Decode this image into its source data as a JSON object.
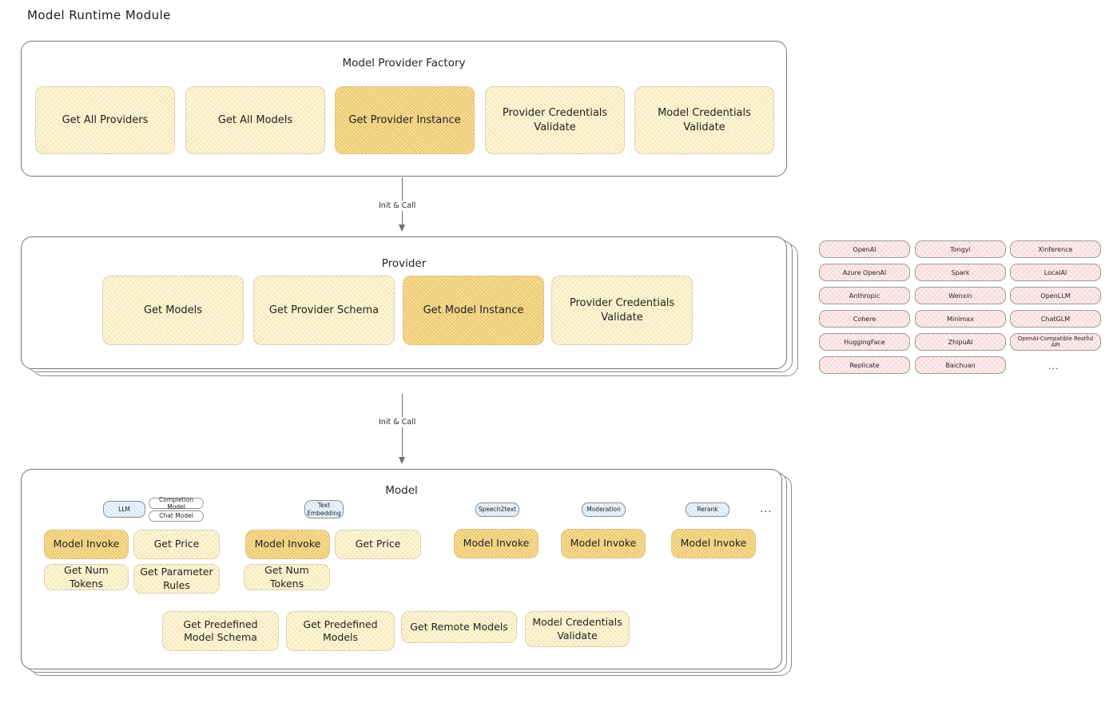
{
  "page": {
    "title": "Model Runtime Module"
  },
  "factory": {
    "title": "Model Provider Factory",
    "nodes": [
      {
        "label": "Get All Providers",
        "highlight": false
      },
      {
        "label": "Get All Models",
        "highlight": false
      },
      {
        "label": "Get Provider Instance",
        "highlight": true
      },
      {
        "label": "Provider Credentials Validate",
        "highlight": false
      },
      {
        "label": "Model Credentials Validate",
        "highlight": false
      }
    ]
  },
  "arrows": [
    {
      "label": "Init & Call"
    },
    {
      "label": "Init & Call"
    }
  ],
  "provider": {
    "title": "Provider",
    "nodes": [
      {
        "label": "Get Models",
        "highlight": false
      },
      {
        "label": "Get Provider Schema",
        "highlight": false
      },
      {
        "label": "Get Model Instance",
        "highlight": true
      },
      {
        "label": "Provider Credentials Validate",
        "highlight": false
      }
    ]
  },
  "provider_list": {
    "columns": [
      [
        "OpenAI",
        "Azure OpenAI",
        "Anthropic",
        "Cohere",
        "HuggingFace",
        "Replicate"
      ],
      [
        "Tongyi",
        "Spark",
        "Wenxin",
        "Minimax",
        "ZhipuAI",
        "Baichuan"
      ],
      [
        "Xinference",
        "LocalAI",
        "OpenLLM",
        "ChatGLM",
        "OpenAI-Compatible Restful API"
      ]
    ],
    "more": "..."
  },
  "model": {
    "title": "Model",
    "more": "...",
    "types": [
      {
        "badge": "LLM",
        "sub_badges": [
          "Completion Model",
          "Chat Model"
        ],
        "ops": [
          {
            "label": "Model Invoke",
            "highlight": true
          },
          {
            "label": "Get Price",
            "highlight": false
          },
          {
            "label": "Get Num Tokens",
            "highlight": false
          },
          {
            "label": "Get Parameter Rules",
            "highlight": false
          }
        ]
      },
      {
        "badge": "Text Embedding",
        "sub_badges": [],
        "ops": [
          {
            "label": "Model Invoke",
            "highlight": true
          },
          {
            "label": "Get Price",
            "highlight": false
          },
          {
            "label": "Get Num Tokens",
            "highlight": false
          }
        ]
      },
      {
        "badge": "Speech2text",
        "sub_badges": [],
        "ops": [
          {
            "label": "Model Invoke",
            "highlight": true
          }
        ]
      },
      {
        "badge": "Moderation",
        "sub_badges": [],
        "ops": [
          {
            "label": "Model Invoke",
            "highlight": true
          }
        ]
      },
      {
        "badge": "Rerank",
        "sub_badges": [],
        "ops": [
          {
            "label": "Model Invoke",
            "highlight": true
          }
        ]
      }
    ],
    "common_ops": [
      {
        "label": "Get Predefined Model Schema"
      },
      {
        "label": "Get Predefined Models"
      },
      {
        "label": "Get Remote Models"
      },
      {
        "label": "Model Credentials Validate"
      }
    ]
  },
  "colors": {
    "node_fill": "#fdf6dd",
    "node_highlight_fill": "#fae3a8",
    "pill_fill": "#fdeeee",
    "badge_fill": "#e9f3fb",
    "stroke": "#767676"
  }
}
